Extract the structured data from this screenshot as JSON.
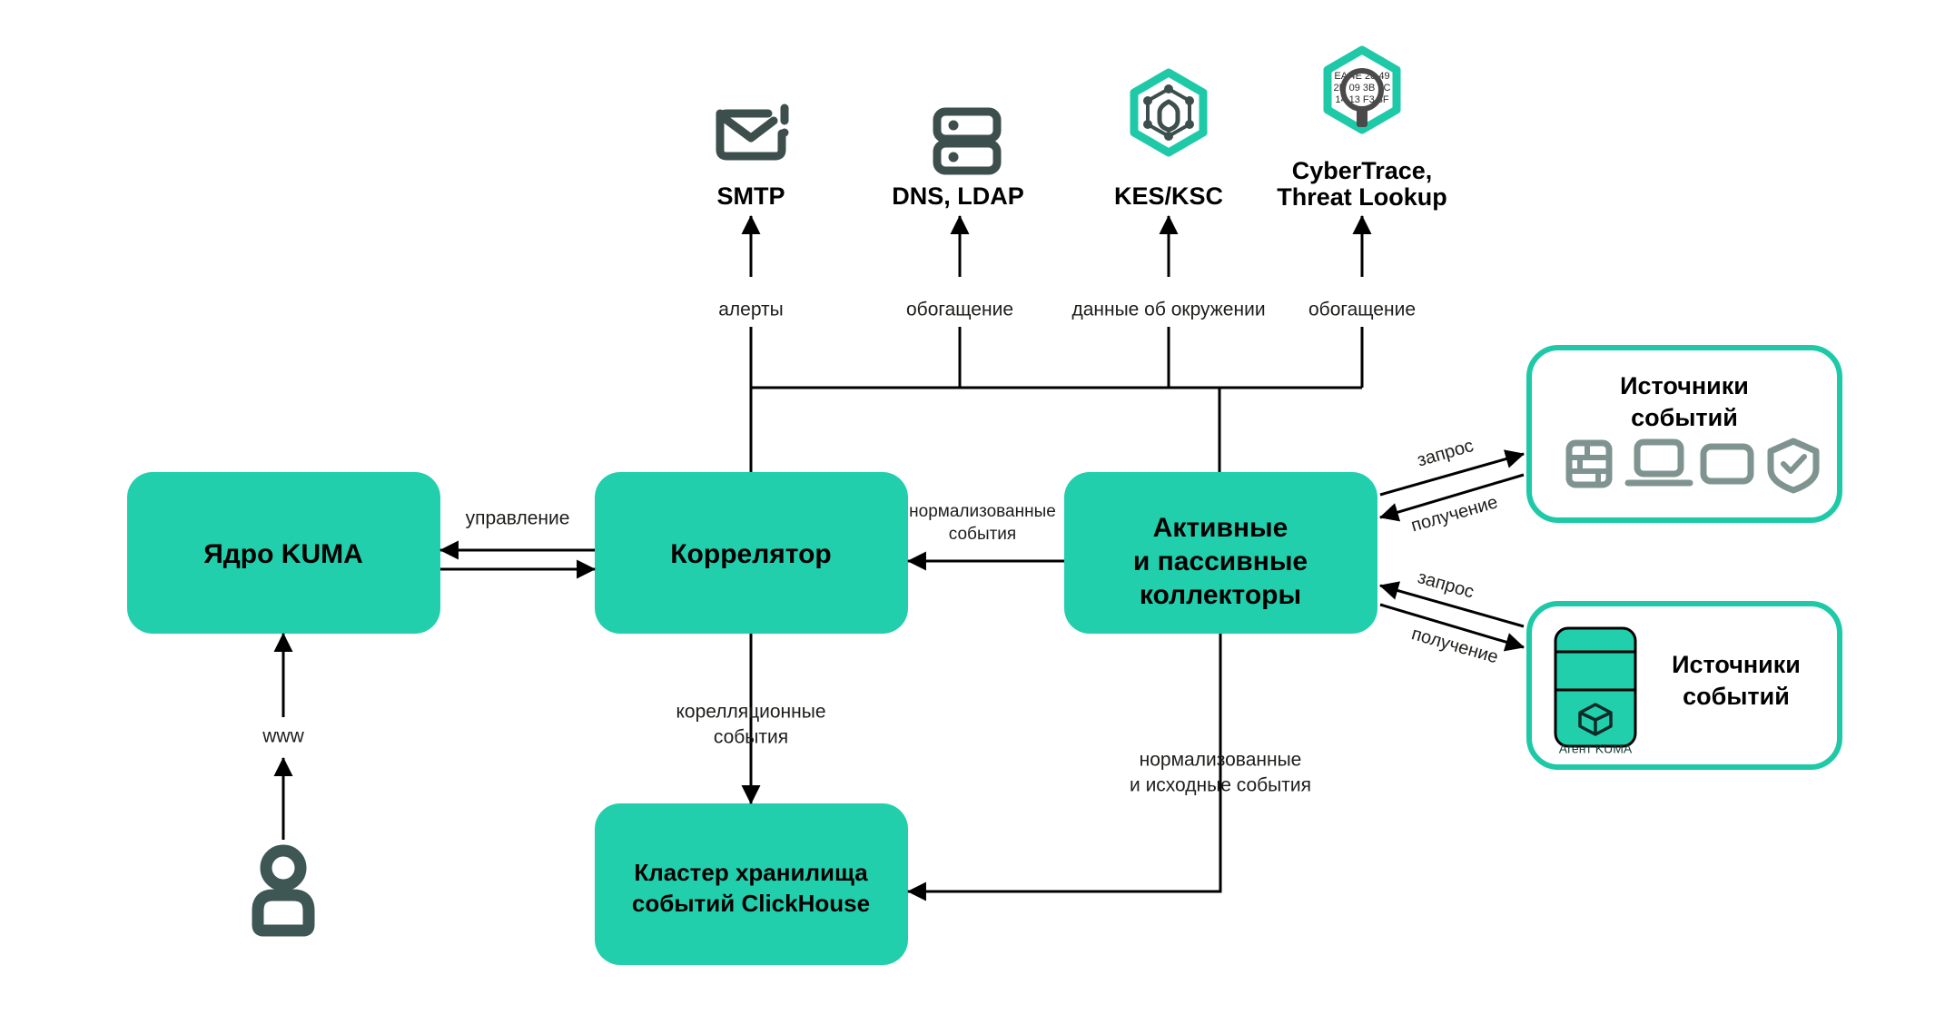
{
  "theme": {
    "teal_fill": "#22cfad",
    "teal_border": "#1ec9a8",
    "line_color": "#000000",
    "text_color": "#000000",
    "muted_icon_color": "#7f9490",
    "person_icon_color": "#3e5754",
    "dark_icon_color": "#3d4f4c",
    "background": "#ffffff"
  },
  "integrations": [
    {
      "icon": "mail-alert-icon",
      "label": "SMTP",
      "flow_label": "алерты"
    },
    {
      "icon": "server-rack-icon",
      "label": "DNS, LDAP",
      "flow_label": "обогащение"
    },
    {
      "icon": "kaspersky-hexagon-icon",
      "label": "KES/KSC",
      "flow_label": "данные об окружении"
    },
    {
      "icon": "threat-lookup-hexagon-icon",
      "label_line1": "CyberTrace,",
      "label_line2": "Threat Lookup",
      "flow_label": "обогащение"
    }
  ],
  "nodes": {
    "core": {
      "label": "Ядро KUMA"
    },
    "correlator": {
      "label": "Коррелятор"
    },
    "collectors": {
      "line1": "Активные",
      "line2": "и пассивные",
      "line3": "коллекторы"
    },
    "storage": {
      "line1": "Кластер хранилища",
      "line2": "событий ClickHouse"
    }
  },
  "flows": {
    "management": "управление",
    "normalized_events_line1": "нормализованные",
    "normalized_events_line2": "события",
    "correlation_events_line1": "корелляционные",
    "correlation_events_line2": "события",
    "normalized_raw_line1": "нормализованные",
    "normalized_raw_line2": "и исходные события",
    "www": "www",
    "request_top": "запрос",
    "receive_top": "получение",
    "request_bottom": "запрос",
    "receive_bottom": "получение"
  },
  "panels": {
    "sources_top": {
      "title_line1": "Источники",
      "title_line2": "событий",
      "icons": [
        "firewall-brick-icon",
        "laptop-icon",
        "tablet-icon",
        "shield-check-icon"
      ]
    },
    "sources_bottom": {
      "title_line1": "Источники",
      "title_line2": "событий",
      "agent_caption": "Агент KUMA",
      "agent_icon": "cube-icon"
    }
  },
  "cybertrace_hexdump": [
    "EA 4E 28 49",
    "2D 09 3B 2C",
    "14 13 F3 8F"
  ],
  "person": {
    "icon": "user-icon"
  }
}
